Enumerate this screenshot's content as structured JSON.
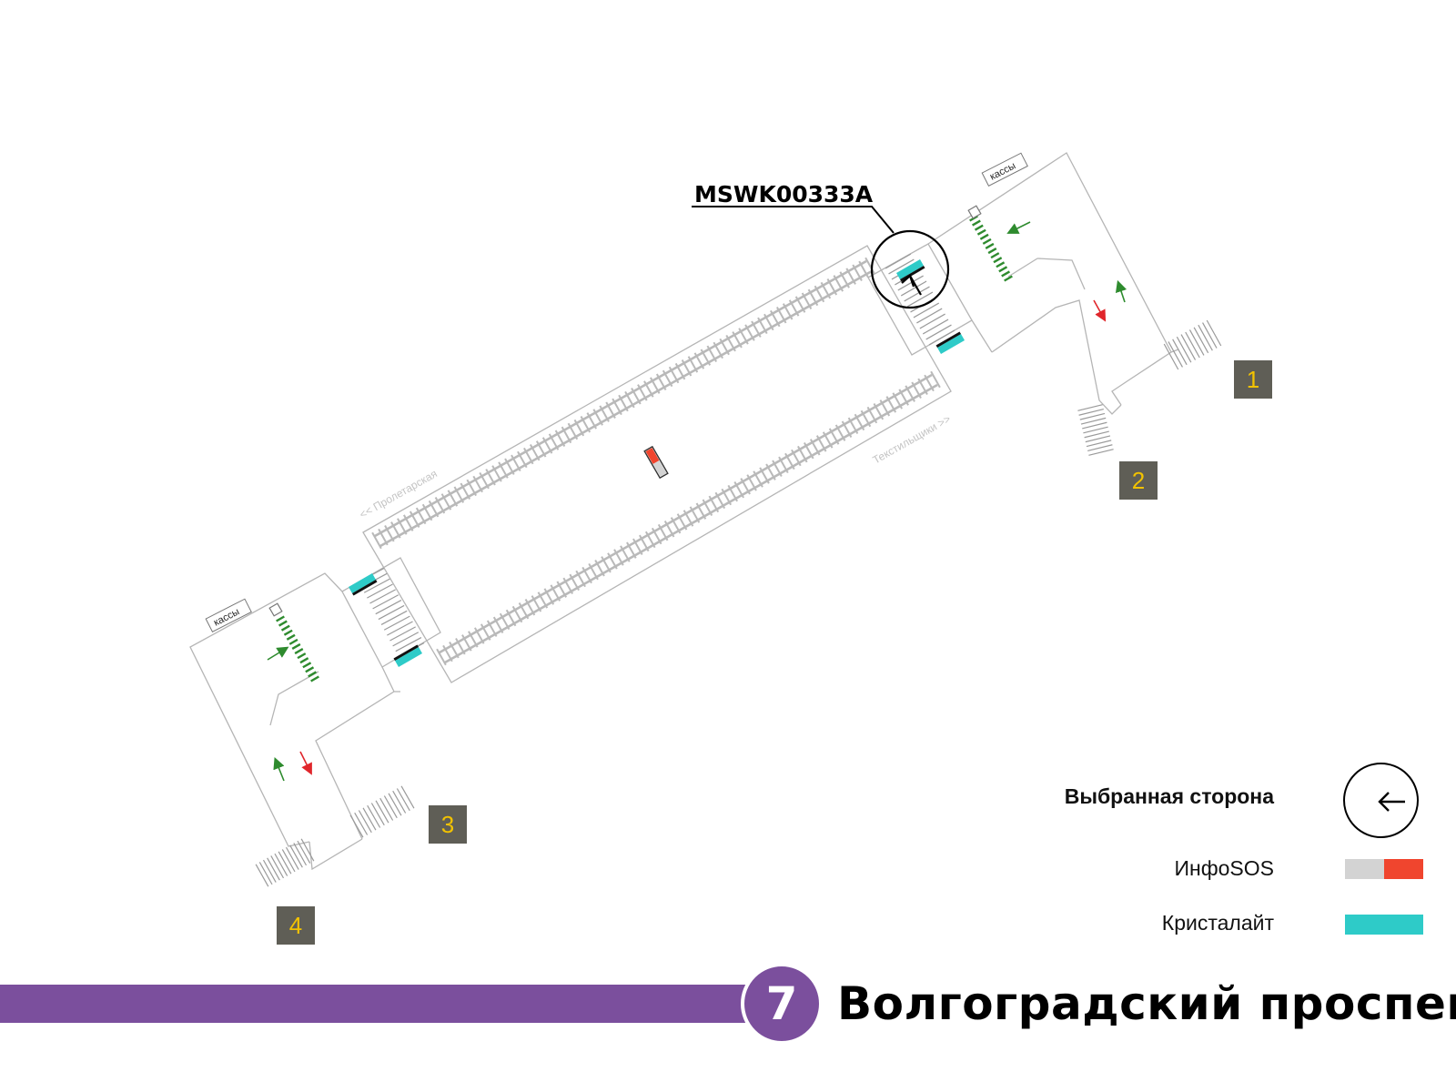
{
  "device": {
    "id": "MSWK00333A"
  },
  "directions": {
    "left": "<< Пролетарская",
    "right": "Текстильщики >>"
  },
  "kassa_label": "кассы",
  "exits": [
    "1",
    "2",
    "3",
    "4"
  ],
  "legend": {
    "selected_side": "Выбранная сторона",
    "infosos": "ИнфоSOS",
    "kristalight": "Кристалайт"
  },
  "station": {
    "line_number": "7",
    "name": "Волгоградский проспект",
    "line_color": "#7b4f9d"
  },
  "colors": {
    "kristalight": "#2ecbc8",
    "infosos_red": "#f0452e",
    "infosos_grey": "#d3d3d3",
    "exit_box": "#5f5e56",
    "exit_number": "#f2c200",
    "arrow_in": "#2e8b2e",
    "arrow_out": "#e0262b"
  },
  "icons": [
    "arrow-left-icon",
    "arrow-up-icon"
  ]
}
